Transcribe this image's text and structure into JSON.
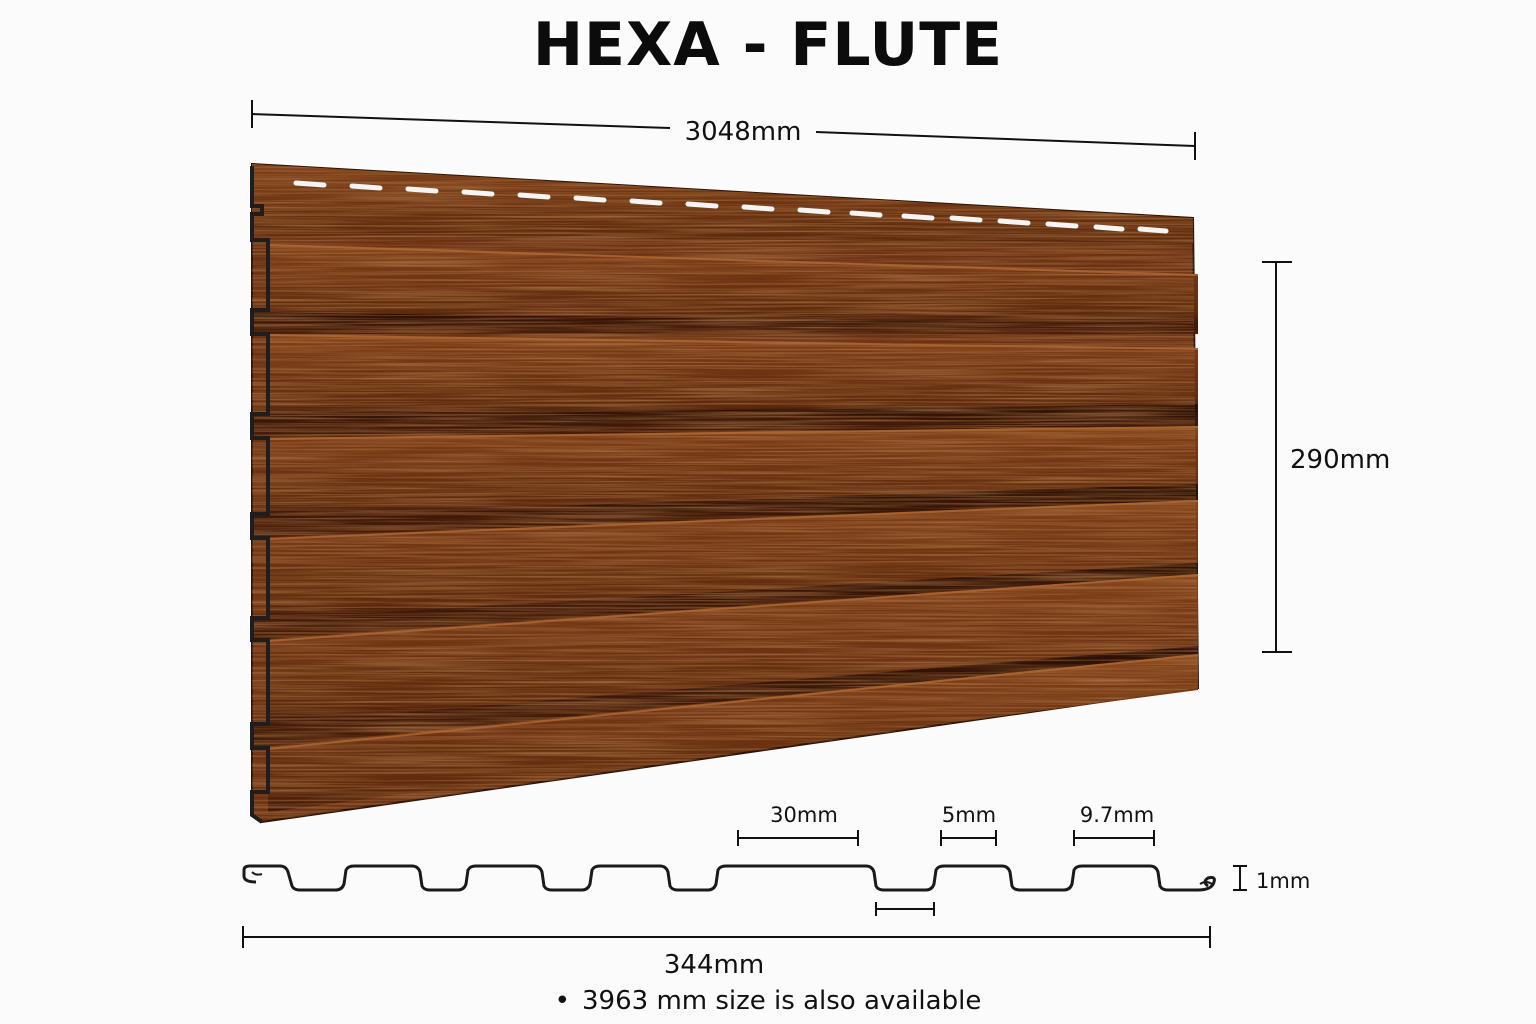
{
  "title": "HEXA - FLUTE",
  "dimensions": {
    "length": "3048mm",
    "height": "290mm",
    "profile_width": "344mm",
    "thickness": "1mm",
    "flute_top": "30mm",
    "gap": "5mm",
    "flute_side": "9.7mm"
  },
  "note": "3963 mm size is also available",
  "colors": {
    "wood_base": "#6e3414",
    "wood_light": "#9a5a2a",
    "wood_dark": "#3c1708",
    "line": "#1a1a1a"
  }
}
